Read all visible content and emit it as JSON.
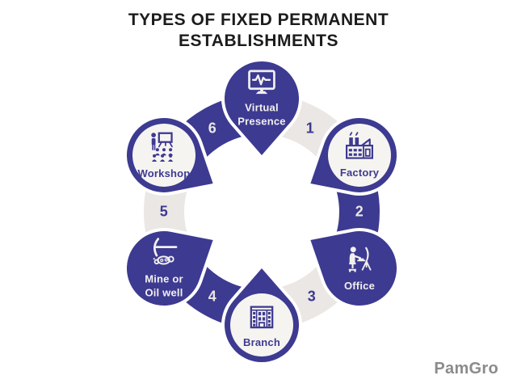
{
  "title": {
    "line1": "TYPES OF FIXED PERMANENT",
    "line2": "ESTABLISHMENTS"
  },
  "diagram": {
    "numbers": [
      "1",
      "2",
      "3",
      "4",
      "5",
      "6"
    ],
    "items": [
      {
        "id": "virtual-presence",
        "line1": "Virtual",
        "line2": "Presence",
        "icon": "monitor-pulse-icon",
        "variant": "solid"
      },
      {
        "id": "factory",
        "line1": "Factory",
        "icon": "factory-icon",
        "variant": "outline"
      },
      {
        "id": "office",
        "line1": "Office",
        "icon": "office-desk-icon",
        "variant": "solid"
      },
      {
        "id": "branch",
        "line1": "Branch",
        "icon": "building-icon",
        "variant": "outline"
      },
      {
        "id": "mine-or-oil-well",
        "line1": "Mine or",
        "line2": "Oil well",
        "icon": "pickaxe-icon",
        "variant": "solid"
      },
      {
        "id": "workshop",
        "line1": "Workshop",
        "icon": "presentation-icon",
        "variant": "outline"
      }
    ]
  },
  "logo": {
    "text": "PamGro"
  },
  "colors": {
    "indigo": "#3d3a91",
    "ring_gray": "#eae7e4",
    "pin_inner_light": "#f6f4f1",
    "text_on_dark": "#f2f0ee",
    "title": "#1c1c1c",
    "logo_gray": "#8b8b8b",
    "logo_accent": "#f0807a",
    "background": "#ffffff"
  }
}
